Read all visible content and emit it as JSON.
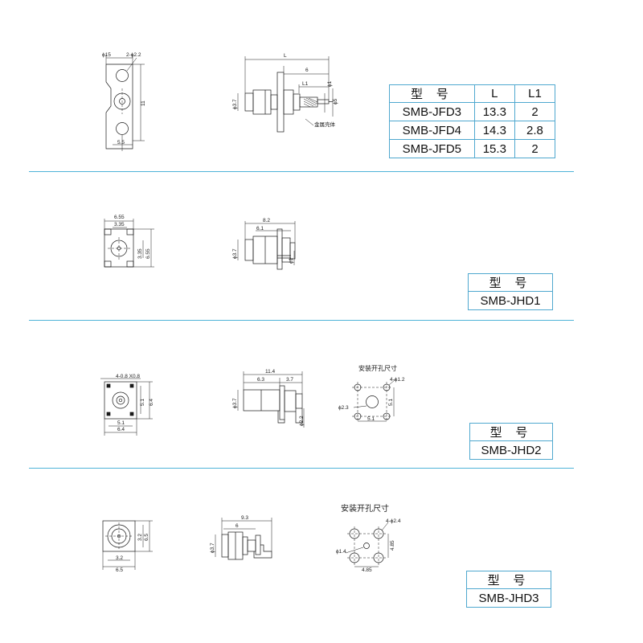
{
  "section1": {
    "view1": {
      "phi15": "ϕ15",
      "holes": "2-ϕ2.2",
      "h11": "11",
      "w55": "5.5"
    },
    "view2": {
      "L": "L",
      "d6": "6",
      "L1": "L1",
      "phi37": "ϕ3.7",
      "phi1": "ϕ1",
      "phi5": "ϕ5",
      "shell": "金属壳体"
    },
    "table": {
      "headers": [
        "型 号",
        "L",
        "L1"
      ],
      "rows": [
        [
          "SMB-JFD3",
          "13.3",
          "2"
        ],
        [
          "SMB-JFD4",
          "14.3",
          "2.8"
        ],
        [
          "SMB-JFD5",
          "15.3",
          "2"
        ]
      ]
    }
  },
  "section2": {
    "view1": {
      "w655": "6.55",
      "w335": "3.35",
      "h335": "3.35",
      "h655": "6.55"
    },
    "view2": {
      "w82": "8.2",
      "w61": "6.1",
      "phi37": "ϕ3.7",
      "phi1": "ϕ1"
    },
    "model": {
      "header": "型 号",
      "name": "SMB-JHD1"
    }
  },
  "section3": {
    "view1": {
      "pins": "4-0.8 X0.8",
      "h51": "5.1",
      "h64": "6.4",
      "w51": "5.1",
      "w64": "6.4"
    },
    "view2": {
      "w114": "11.4",
      "w63": "6.3",
      "w37": "3.7",
      "phi37": "ϕ3.7",
      "phi22": "ϕ2.2"
    },
    "view3": {
      "title": "安装开孔尺寸",
      "holes": "4-ϕ1.2",
      "phi23": "ϕ2.3",
      "h51": "5.1",
      "w51": "5.1"
    },
    "model": {
      "header": "型 号",
      "name": "SMB-JHD2"
    }
  },
  "section4": {
    "view1": {
      "h32": "3.2",
      "h65": "6.5",
      "w32": "3.2",
      "w65": "6.5"
    },
    "view2": {
      "w93": "9.3",
      "w6": "6",
      "phi37": "ϕ3.7"
    },
    "view3": {
      "title": "安装开孔尺寸",
      "holes": "4-ϕ2.4",
      "phi14": "ϕ1.4",
      "h485": "4.85",
      "w485": "4.85"
    },
    "model": {
      "header": "型 号",
      "name": "SMB-JHD3"
    }
  }
}
